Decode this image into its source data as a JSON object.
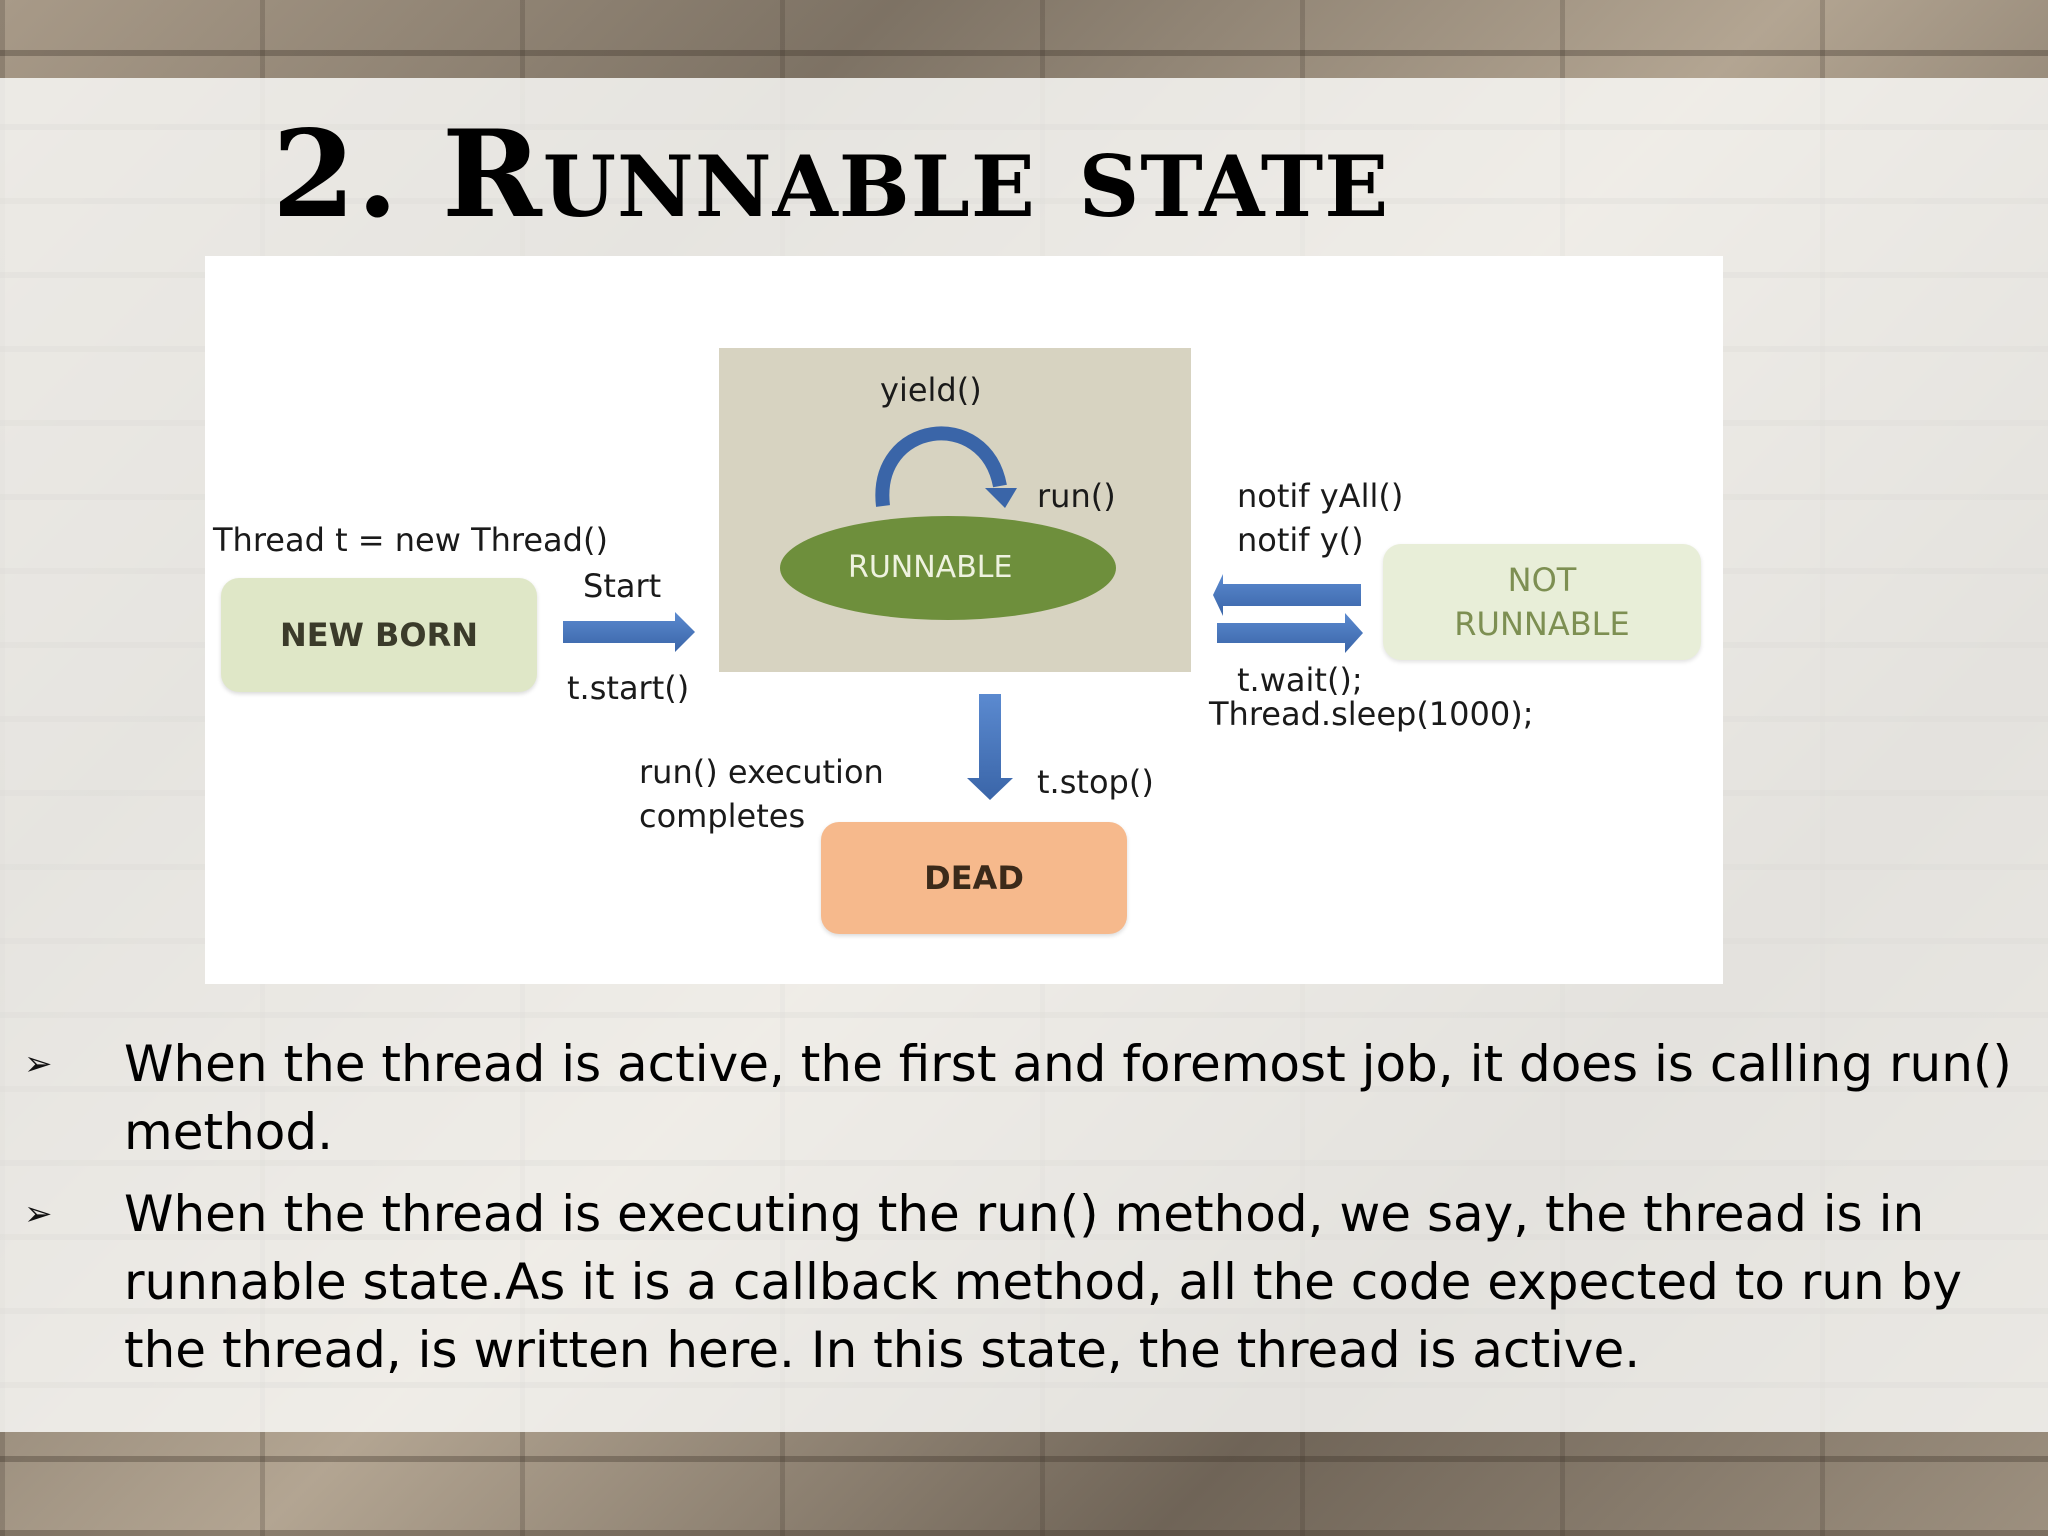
{
  "slide": {
    "title": "2. Runnable state (start())"
  },
  "diagram": {
    "states": {
      "new_born": "NEW BORN",
      "runnable": "RUNNABLE",
      "not_runnable_line1": "NOT",
      "not_runnable_line2": "RUNNABLE",
      "dead": "DEAD"
    },
    "labels": {
      "yield": "yield()",
      "run": "run()",
      "thread_new": "Thread t = new Thread()",
      "start": "Start",
      "t_start": "t.start()",
      "notify_all": "notif yAll()",
      "notify": "notif y()",
      "t_wait": "t.wait();",
      "thread_sleep": "Thread.sleep(1000);",
      "run_exec_line1": "run() execution",
      "run_exec_line2": "completes",
      "t_stop": "t.stop()"
    },
    "colors": {
      "runnable_bg": "#d7d3c1",
      "runnable_ellipse": "#6e8f3c",
      "new_born_box": "#dfe7c7",
      "not_runnable_box": "#e8eed8",
      "dead_box": "#f6b98c",
      "arrow": "#4a78b8"
    }
  },
  "bullets": [
    {
      "mark": "➢",
      "text": "When the thread is active, the first and foremost job, it does is calling run() method."
    },
    {
      "mark": "➢",
      "text": "When the thread is executing the run() method, we say, the thread is in runnable state.As it is a callback method, all the code expected to run by the thread, is written here. In this state, the thread is active."
    }
  ]
}
